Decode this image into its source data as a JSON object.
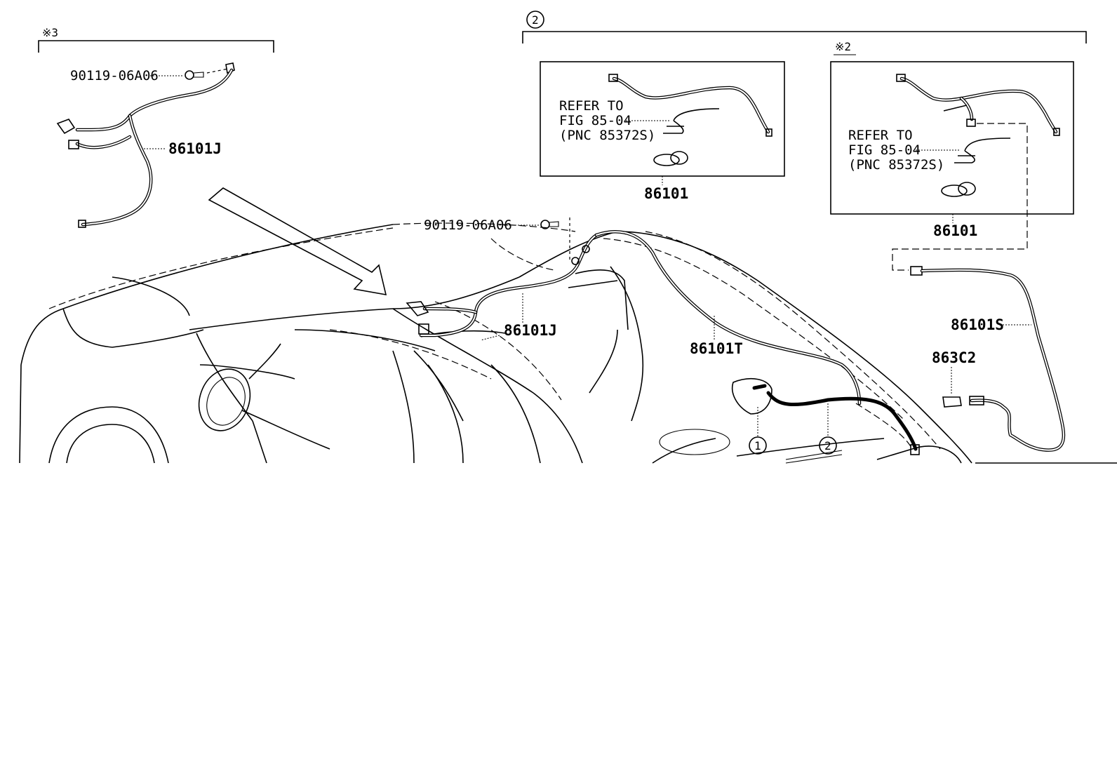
{
  "group_markers": {
    "ref_3": "※3",
    "ref_2_group": "2",
    "ref_2_box": "※2"
  },
  "parts": {
    "clip_top": "90119-06A06",
    "clip_main": "90119-06A06",
    "harness_j_inset": "86101J",
    "harness_j_main": "86101J",
    "harness_t": "86101T",
    "harness_s": "86101S",
    "connector_863c2": "863C2",
    "wire_box1": "86101",
    "wire_box2": "86101"
  },
  "refer_notes": {
    "box1": {
      "line1": "REFER TO",
      "line2": "FIG 85-04",
      "line3": "(PNC 85372S)"
    },
    "box2": {
      "line1": "REFER TO",
      "line2": "FIG 85-04",
      "line3": "(PNC 85372S)"
    }
  },
  "callouts": {
    "c1": "1",
    "c2": "2"
  }
}
